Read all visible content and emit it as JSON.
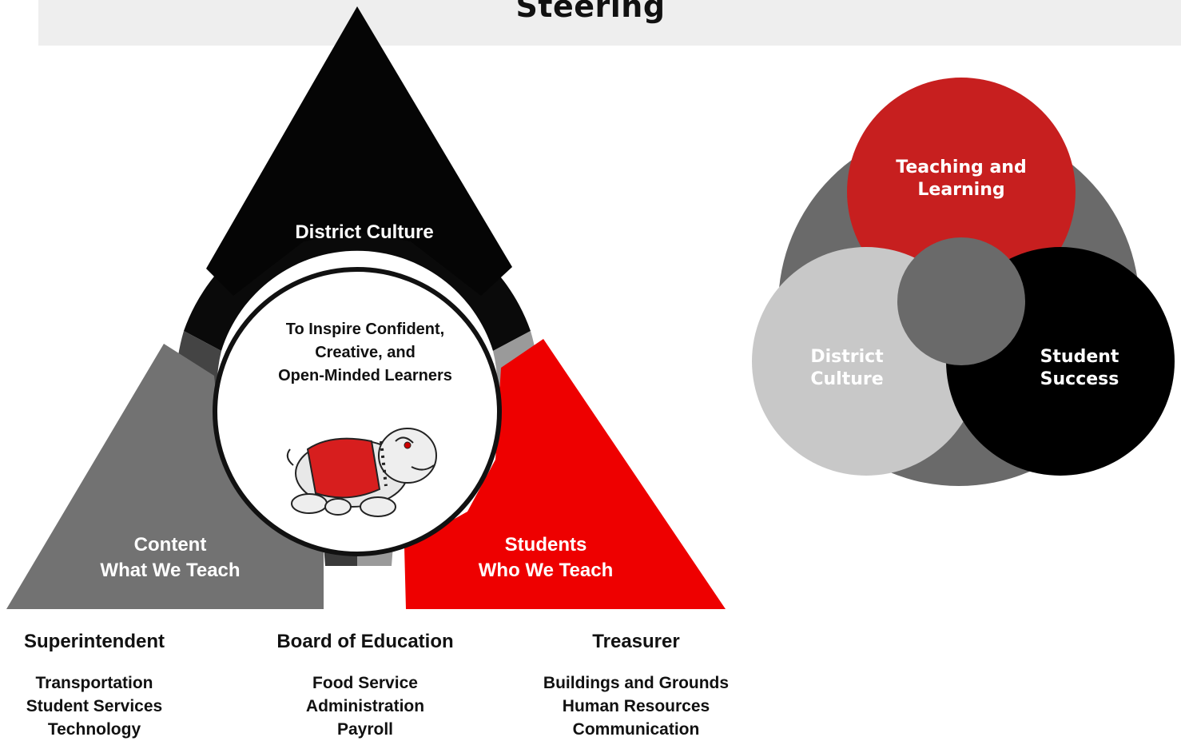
{
  "banner": {
    "title": "Steering"
  },
  "triangle": {
    "top_label": "District Culture",
    "mission_lines": [
      "To Inspire Confident,",
      "Creative, and",
      "Open-Minded Learners"
    ],
    "left_label_lines": [
      "Content",
      "What We Teach"
    ],
    "right_label_lines": [
      "Students",
      "Who We Teach"
    ]
  },
  "roles": [
    {
      "title": "Superintendent",
      "items": [
        "Transportation",
        "Student Services",
        "Technology"
      ]
    },
    {
      "title": "Board of Education",
      "items": [
        "Food Service",
        "Administration",
        "Payroll"
      ]
    },
    {
      "title": "Treasurer",
      "items": [
        "Buildings and Grounds",
        "Human Resources",
        "Communication"
      ]
    }
  ],
  "venn": {
    "top_lines": [
      "Teaching and",
      "Learning"
    ],
    "left_lines": [
      "District",
      "Culture"
    ],
    "right_lines": [
      "Student",
      "Success"
    ]
  },
  "colors": {
    "banner": "#eeeeee",
    "black": "#050505",
    "gray": "#727272",
    "red": "#ee0000",
    "venn_red": "#c71f1f",
    "venn_light": "#c8c8c8",
    "venn_mid": "#6a6a6a"
  }
}
